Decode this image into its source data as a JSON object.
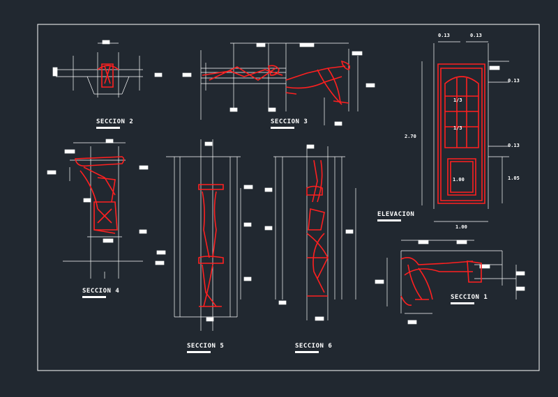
{
  "labels": {
    "seccion2": "SECCION 2",
    "seccion3": "SECCION 3",
    "seccion4": "SECCION 4",
    "seccion5": "SECCION 5",
    "seccion6": "SECCION 6",
    "seccion1": "SECCION 1",
    "elevacion": "ELEVACION"
  },
  "dimensions": {
    "top_left": "0.13",
    "top_right": "0.13",
    "right_top": "0.13",
    "frac_a": "1/3",
    "frac_b": "1/3",
    "height": "2.70",
    "right_mid": "0.13",
    "panel": "1.00",
    "right_low": "1.05",
    "width": "1.00"
  },
  "colors": {
    "background": "#212830",
    "lines": "#ffffff",
    "detail": "#ff2020"
  }
}
